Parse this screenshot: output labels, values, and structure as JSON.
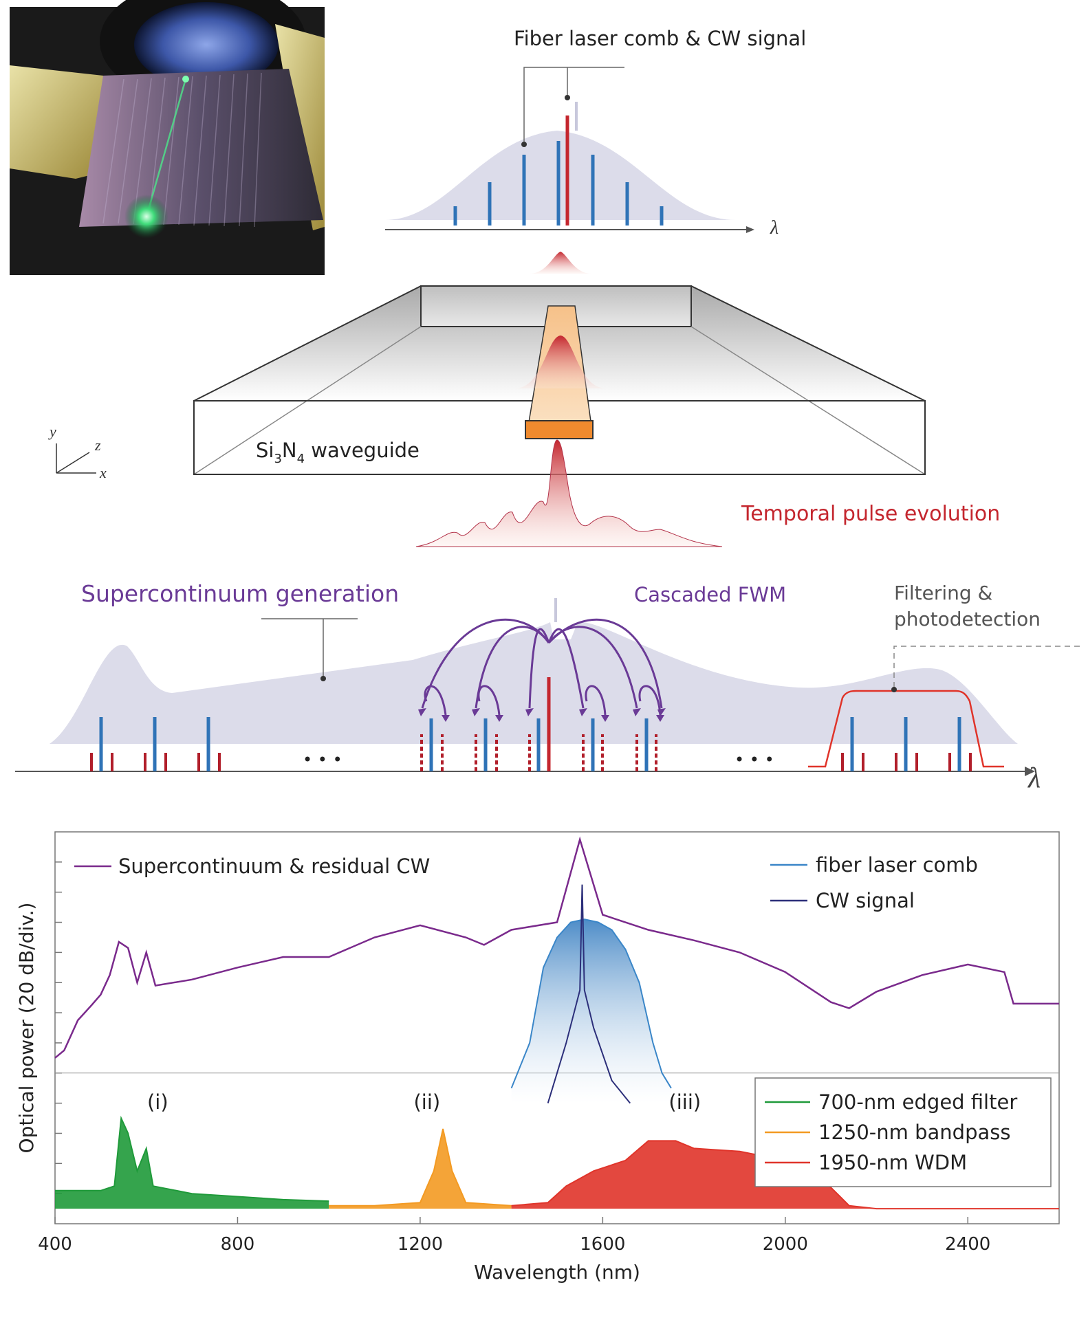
{
  "schematic": {
    "fiber_label": "Fiber laser comb & CW signal",
    "lambda": "λ",
    "waveguide_label_pre": "Si",
    "waveguide_sub1": "3",
    "waveguide_mid": "N",
    "waveguide_sub2": "4",
    "waveguide_label_post": " waveguide",
    "temporal_label": "Temporal pulse evolution",
    "sc_label": "Supercontinuum generation",
    "fwm_label": "Cascaded FWM",
    "filter_label_1": "Filtering &",
    "filter_label_2": "photodetection",
    "axis_x": "x",
    "axis_y": "y",
    "axis_z": "z",
    "ellipsis": "• • •",
    "colors": {
      "comb_blue": "#2f73b7",
      "cw_red": "#c4262e",
      "envelope": "#dcdcea",
      "purple": "#6a3a96",
      "waveguide_orange": "#ef8a2e",
      "text_red": "#c4262e"
    }
  },
  "photo": {
    "description_icon": "chip-photo"
  },
  "chart_data": {
    "type": "line",
    "xlabel": "Wavelength (nm)",
    "ylabel": "Optical power (20 dB/div.)",
    "xlim": [
      400,
      2600
    ],
    "xticks": [
      400,
      800,
      1200,
      1600,
      2000,
      2400
    ],
    "ydiv_db": 20,
    "legend_top": {
      "left": "Supercontinuum & residual CW",
      "right": [
        "fiber laser comb",
        "CW signal"
      ]
    },
    "legend_bottom": [
      "700-nm edged filter",
      "1250-nm bandpass",
      "1950-nm WDM"
    ],
    "annotations": [
      "(i)",
      "(ii)",
      "(iii)"
    ],
    "colors": {
      "supercontinuum": "#7a2a8c",
      "fiber_comb": "#3a86c8",
      "cw_signal": "#2c2f7a",
      "filter_700": "#1f9a3a",
      "bandpass_1250": "#f39a22",
      "wdm_1950": "#e0342a"
    },
    "series": [
      {
        "name": "Supercontinuum & residual CW",
        "x": [
          400,
          420,
          450,
          480,
          500,
          520,
          540,
          560,
          580,
          600,
          620,
          700,
          800,
          900,
          1000,
          1100,
          1200,
          1300,
          1340,
          1400,
          1500,
          1550,
          1600,
          1700,
          1800,
          1900,
          2000,
          2100,
          2140,
          2200,
          2300,
          2400,
          2480,
          2500,
          2550,
          2600
        ],
        "y": [
          -170,
          -165,
          -145,
          -135,
          -128,
          -115,
          -93,
          -97,
          -120,
          -100,
          -122,
          -118,
          -110,
          -103,
          -103,
          -90,
          -82,
          -90,
          -95,
          -85,
          -80,
          -25,
          -75,
          -85,
          -92,
          -100,
          -113,
          -133,
          -137,
          -126,
          -115,
          -108,
          -113,
          -134,
          -134,
          -134
        ]
      },
      {
        "name": "fiber laser comb",
        "x": [
          1400,
          1440,
          1470,
          1500,
          1530,
          1560,
          1590,
          1620,
          1650,
          1680,
          1710,
          1730,
          1750
        ],
        "y": [
          -190,
          -160,
          -110,
          -90,
          -80,
          -78,
          -80,
          -85,
          -98,
          -120,
          -160,
          -180,
          -190
        ]
      },
      {
        "name": "CW signal",
        "x": [
          1480,
          1520,
          1550,
          1555,
          1560,
          1580,
          1620,
          1660
        ],
        "y": [
          -200,
          -160,
          -125,
          -55,
          -125,
          -150,
          -185,
          -200
        ]
      },
      {
        "name": "700-nm edged filter",
        "x": [
          400,
          500,
          530,
          545,
          560,
          580,
          600,
          615,
          700,
          800,
          900,
          1000
        ],
        "y": [
          -258,
          -258,
          -255,
          -210,
          -220,
          -245,
          -230,
          -255,
          -260,
          -262,
          -264,
          -265
        ]
      },
      {
        "name": "1250-nm bandpass",
        "x": [
          1000,
          1100,
          1200,
          1230,
          1250,
          1270,
          1300,
          1400
        ],
        "y": [
          -268,
          -268,
          -266,
          -245,
          -217,
          -245,
          -266,
          -268
        ]
      },
      {
        "name": "1950-nm WDM",
        "x": [
          1400,
          1480,
          1520,
          1580,
          1650,
          1700,
          1760,
          1800,
          1900,
          2000,
          2080,
          2120,
          2140,
          2200,
          2400,
          2600
        ],
        "y": [
          -268,
          -266,
          -255,
          -245,
          -238,
          -225,
          -225,
          -230,
          -232,
          -238,
          -250,
          -262,
          -268,
          -270,
          -270,
          -270
        ]
      }
    ]
  }
}
